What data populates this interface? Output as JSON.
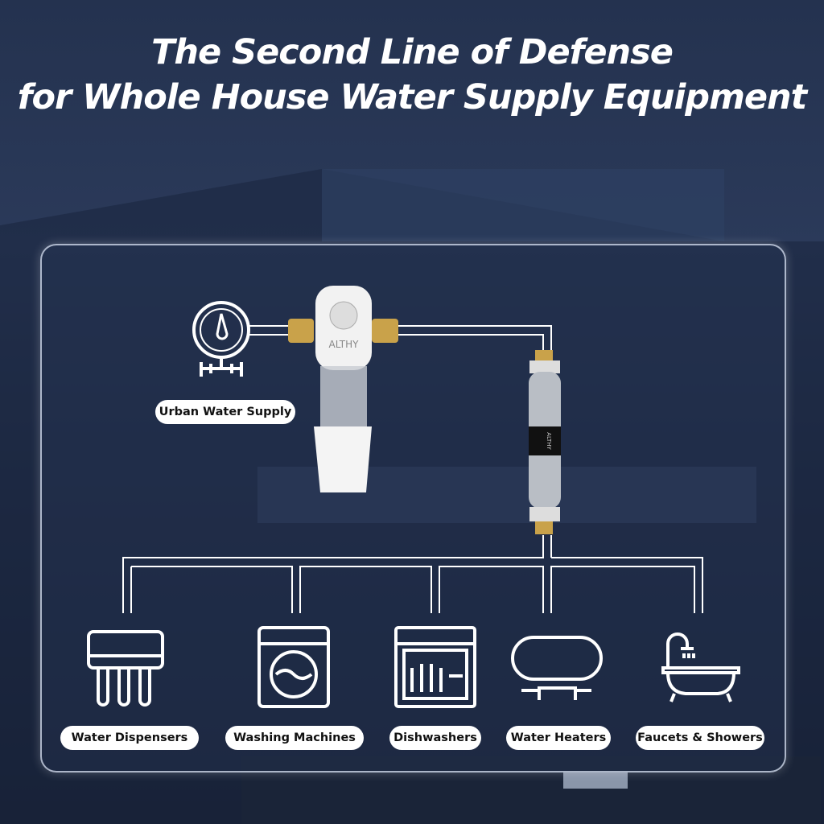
{
  "title": {
    "line1": "The Second Line of Defense",
    "line2": "for Whole House Water Supply Equipment"
  },
  "source": {
    "label": "Urban Water Supply",
    "icon": "pressure-gauge-icon"
  },
  "filter": {
    "brand": "ALTHY"
  },
  "softener": {
    "brand": "ALTHY"
  },
  "outlets": [
    {
      "label": "Water Dispensers",
      "icon": "water-dispenser-icon"
    },
    {
      "label": "Washing Machines",
      "icon": "washing-machine-icon"
    },
    {
      "label": "Dishwashers",
      "icon": "dishwasher-icon"
    },
    {
      "label": "Water Heaters",
      "icon": "water-heater-icon"
    },
    {
      "label": "Faucets & Showers",
      "icon": "bathtub-shower-icon"
    }
  ],
  "colors": {
    "pipe": "#ffffff",
    "brass": "#c9a24a",
    "background": "#24324f"
  }
}
